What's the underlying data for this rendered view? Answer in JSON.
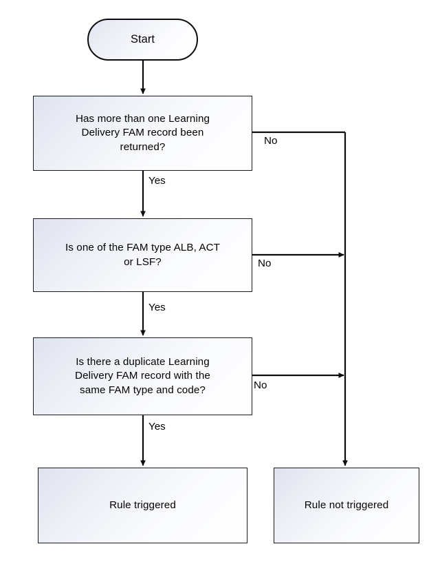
{
  "diagram": {
    "title": "Learning Delivery FAM duplicate rule flowchart",
    "type": "flowchart",
    "colors": {
      "stroke": "#1a1a1a",
      "fill_start": "#dfe3ee",
      "fill_end": "#ffffff",
      "text": "#000000",
      "background": "#ffffff"
    },
    "nodes": [
      {
        "id": "start",
        "shape": "terminator",
        "label": "Start"
      },
      {
        "id": "decision-1",
        "shape": "process",
        "label": "Has more than one Learning\nDelivery FAM record been\nreturned?"
      },
      {
        "id": "decision-2",
        "shape": "process",
        "label": "Is one of the FAM type ALB, ACT\nor LSF?"
      },
      {
        "id": "decision-3",
        "shape": "process",
        "label": "Is there a duplicate Learning\nDelivery FAM record with the\nsame FAM type and code?"
      },
      {
        "id": "rule-triggered",
        "shape": "process",
        "label": "Rule triggered"
      },
      {
        "id": "rule-not-triggered",
        "shape": "process",
        "label": "Rule not triggered"
      }
    ],
    "edges": [
      {
        "id": "e-start-d1",
        "from": "start",
        "to": "decision-1",
        "label": ""
      },
      {
        "id": "e-d1-yes",
        "from": "decision-1",
        "to": "decision-2",
        "label": "Yes"
      },
      {
        "id": "e-d1-no",
        "from": "decision-1",
        "to": "rule-not-triggered",
        "label": "No"
      },
      {
        "id": "e-d2-yes",
        "from": "decision-2",
        "to": "decision-3",
        "label": "Yes"
      },
      {
        "id": "e-d2-no",
        "from": "decision-2",
        "to": "rule-not-triggered",
        "label": "No"
      },
      {
        "id": "e-d3-yes",
        "from": "decision-3",
        "to": "rule-triggered",
        "label": "Yes"
      },
      {
        "id": "e-d3-no",
        "from": "decision-3",
        "to": "rule-not-triggered",
        "label": "No"
      }
    ]
  }
}
